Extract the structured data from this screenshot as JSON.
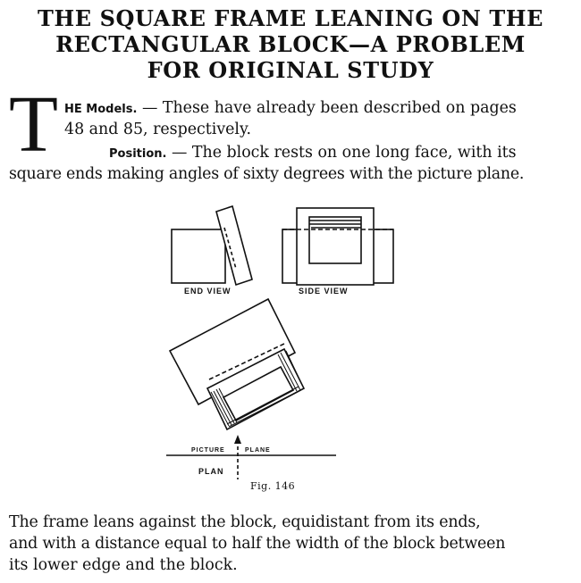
{
  "title": {
    "line1": "THE SQUARE FRAME LEANING ON THE",
    "line2": "RECTANGULAR BLOCK—A PROBLEM",
    "line3": "FOR ORIGINAL STUDY"
  },
  "intro": {
    "drop_cap": "T",
    "models_heading": "HE Models.",
    "models_text": "— These have already been described on pages",
    "models_text_2": "48 and 85, respectively.",
    "position_heading": "Position.",
    "position_text": "— The block rests on one long face, with its",
    "position_text_2": "square ends making angles of sixty degrees with the picture plane."
  },
  "figure": {
    "end_view_label": "END VIEW",
    "side_view_label": "SIDE VIEW",
    "picture_label": "PICTURE",
    "plane_label": "PLANE",
    "plan_label": "PLAN",
    "caption": "Fig. 146"
  },
  "closing": {
    "line1": "The frame leans against the block, equidistant from its ends,",
    "line2": "and with a distance equal to half the width of the block between",
    "line3": "its lower edge and the block."
  }
}
